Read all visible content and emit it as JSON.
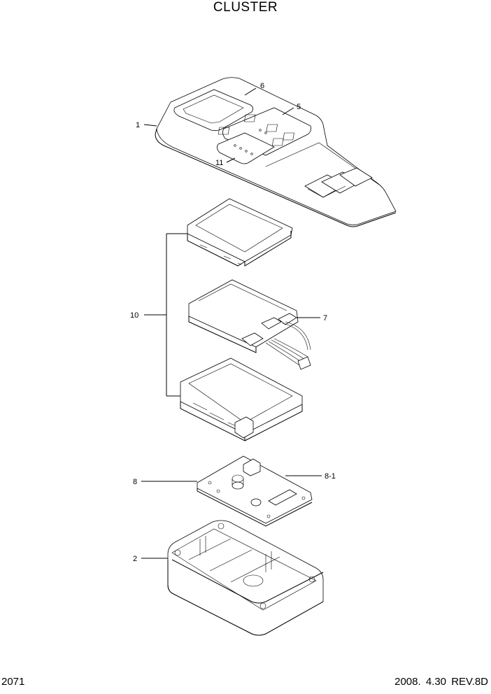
{
  "title": "CLUSTER",
  "footer": {
    "page_number": "2071",
    "revision": "2008. 4.30  REV.8D"
  },
  "callouts": [
    "1",
    "6",
    "5",
    "11",
    "10",
    "7",
    "8",
    "8-1",
    "2"
  ]
}
